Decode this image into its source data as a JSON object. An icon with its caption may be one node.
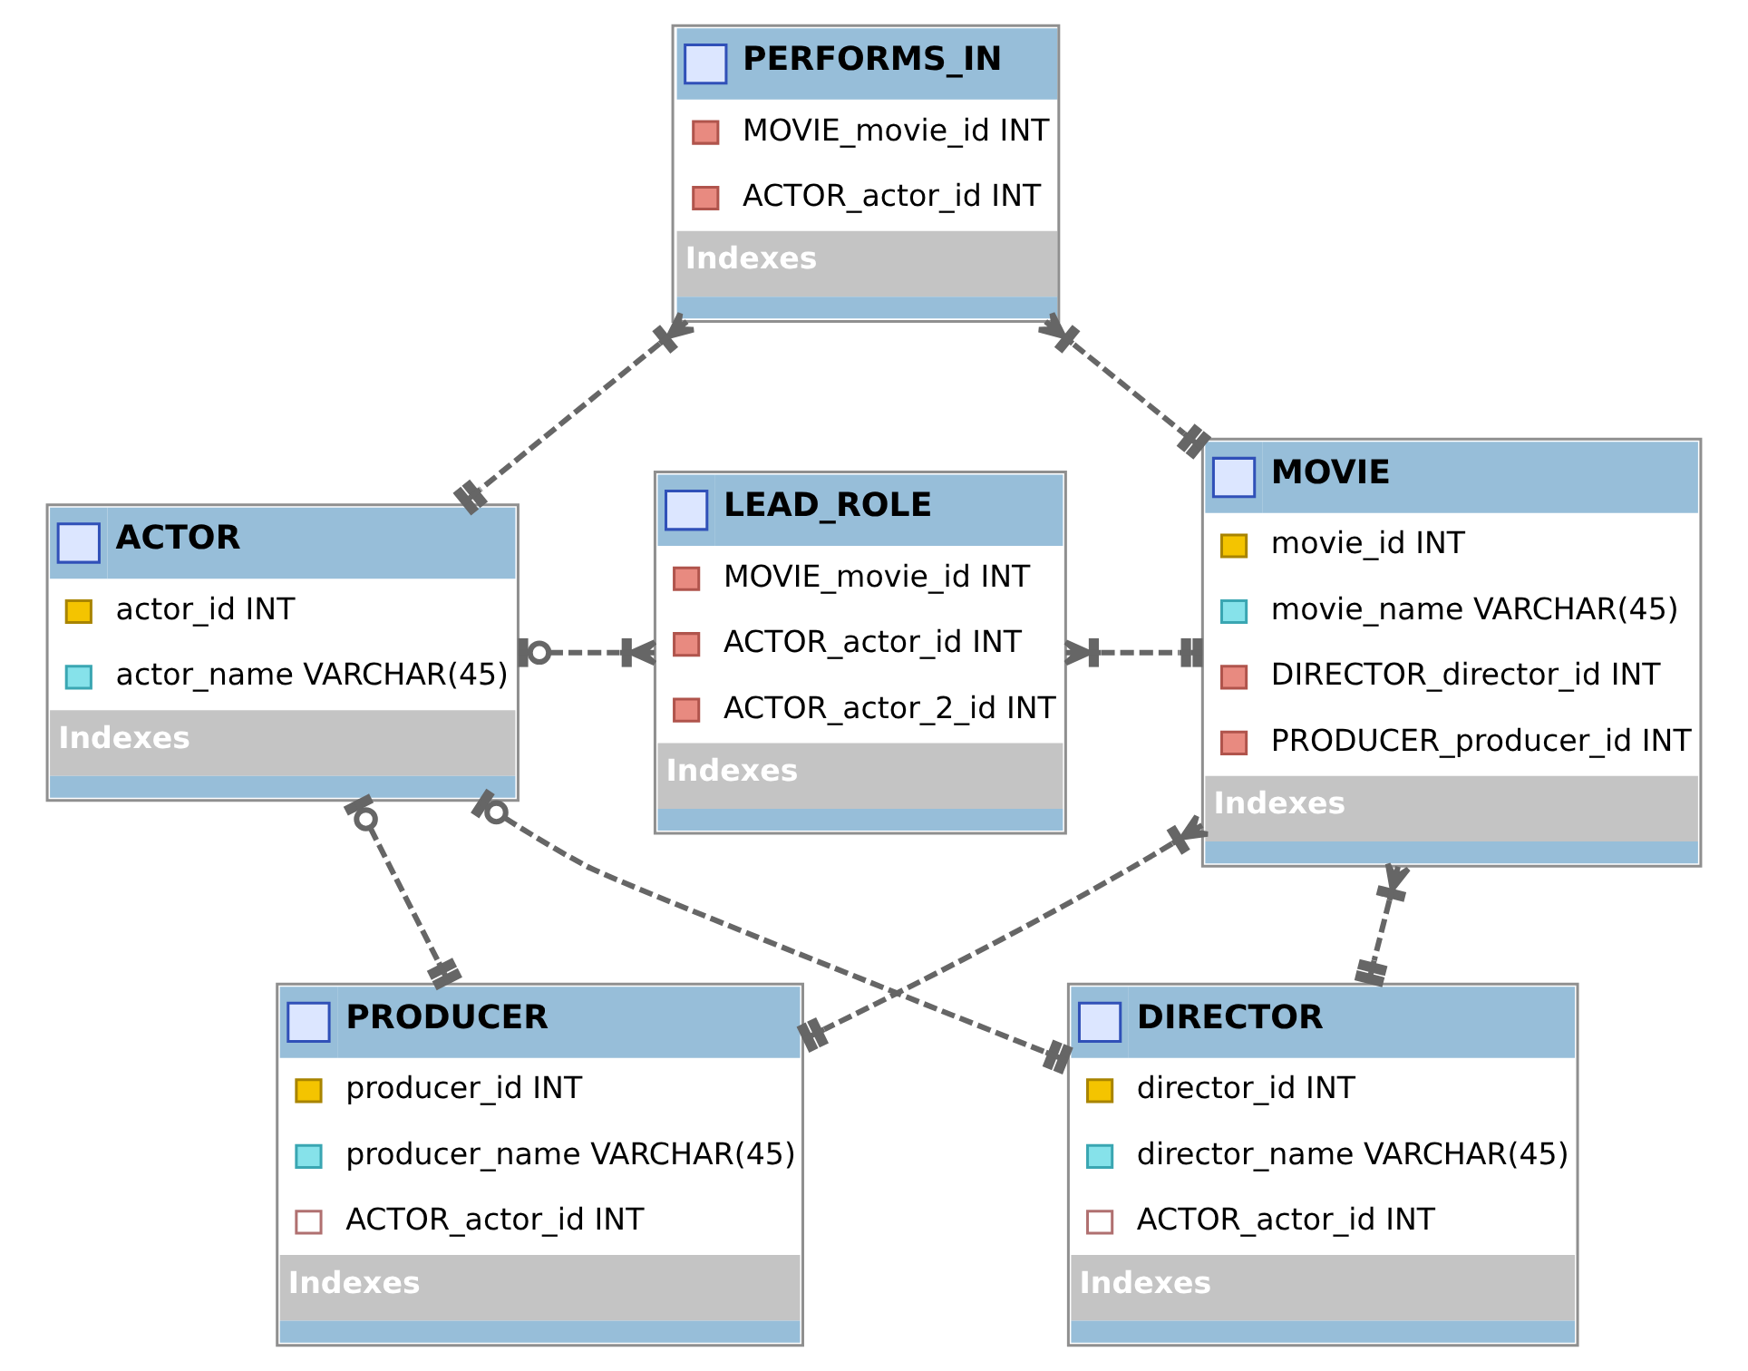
{
  "diagram": {
    "nodes": [
      {
        "text": [
          "PERFORMS_IN",
          "MOVIE_movie_id INT",
          "ACTOR_actor_id INT",
          "Indexes"
        ]
      },
      {
        "text": [
          "LEAD_ROLE",
          "MOVIE_movie_id INT",
          "ACTOR_actor_id INT",
          "ACTOR_actor_2_id INT",
          "Indexes"
        ]
      },
      {
        "text": [
          "MOVIE",
          "movie_id INT",
          "movie_name VARCHAR(45)",
          "DIRECTOR_director_id INT",
          "PRODUCER_producer_id INT",
          "Indexes"
        ]
      },
      {
        "text": [
          "ACTOR",
          "actor_id INT",
          "actor_name VARCHAR(45)",
          "Indexes"
        ]
      },
      {
        "text": [
          "PRODUCER",
          "producer_id INT",
          "producer_name VARCHAR(45)",
          "ACTOR_actor_id INT",
          "Indexes"
        ]
      },
      {
        "text": [
          "DIRECTOR",
          "director_id INT",
          "director_name VARCHAR(45)",
          "ACTOR_actor_id INT",
          "Indexes"
        ]
      }
    ],
    "edges": [
      {
        "from": 0,
        "to": 3,
        "arrow": "other",
        "style": "dashed"
      },
      {
        "from": 0,
        "to": 2,
        "arrow": "other",
        "style": "dashed"
      },
      {
        "from": 3,
        "to": 1,
        "arrow": "other",
        "style": "dashed"
      },
      {
        "from": 1,
        "to": 2,
        "arrow": "other",
        "style": "dashed"
      },
      {
        "from": 3,
        "to": 4,
        "arrow": "other",
        "style": "dashed"
      },
      {
        "from": 3,
        "to": 5,
        "arrow": "other",
        "style": "dashed"
      },
      {
        "from": 2,
        "to": 4,
        "arrow": "other",
        "style": "dashed"
      },
      {
        "from": 2,
        "to": 5,
        "arrow": "other",
        "style": "dashed"
      }
    ]
  }
}
